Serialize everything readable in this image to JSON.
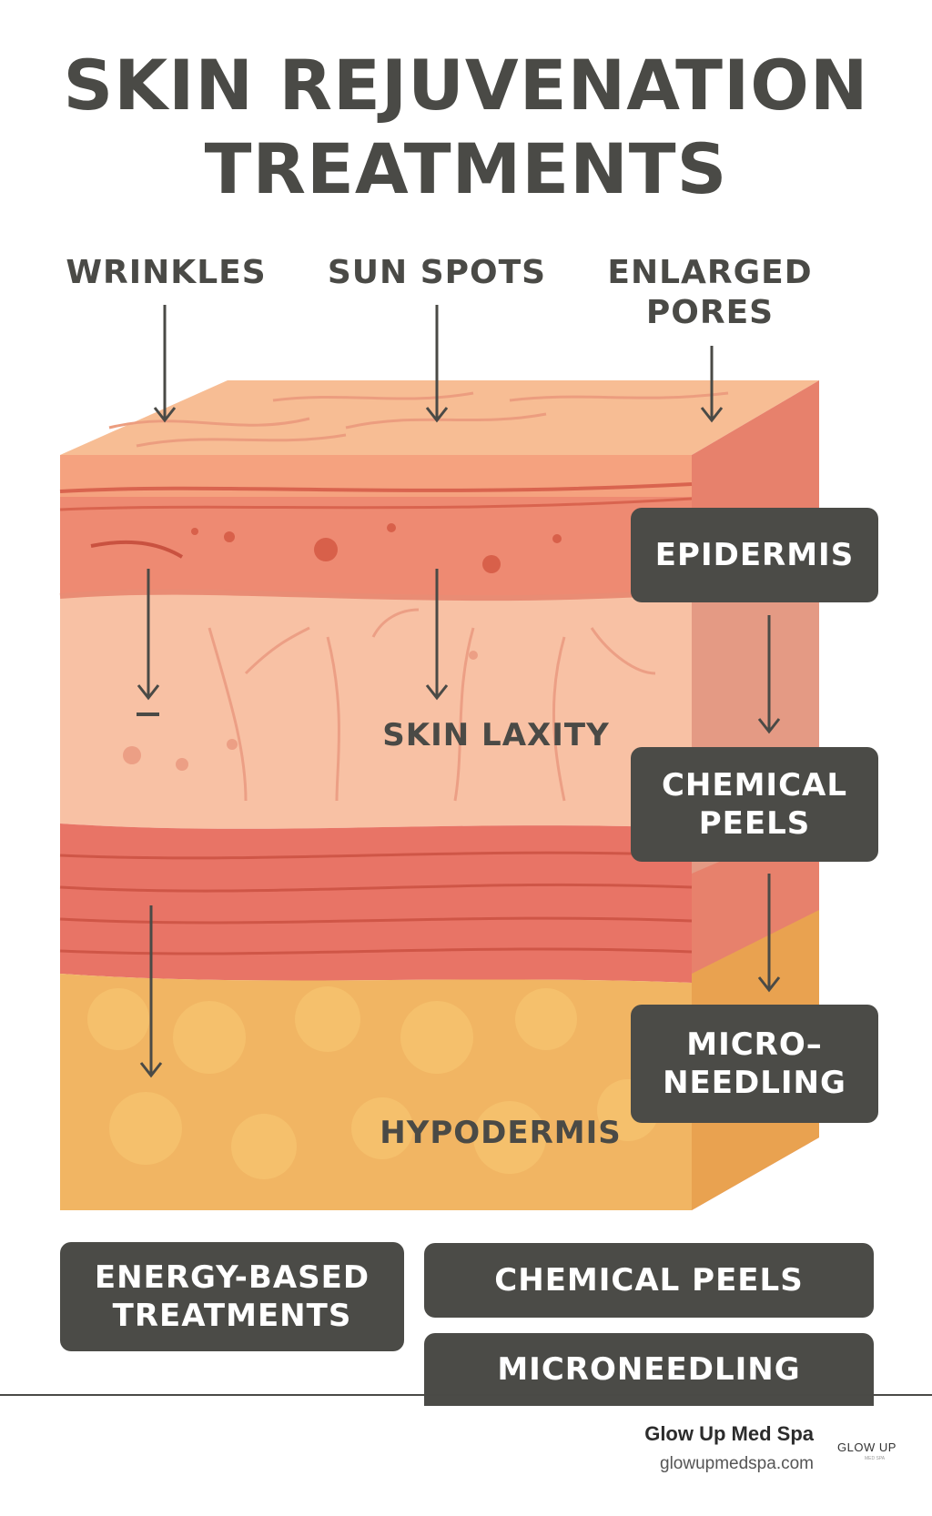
{
  "title": {
    "line1": "SKIN REJUVENATION",
    "line2": "TREATMENTS"
  },
  "concerns": {
    "wrinkles": "WRINKLES",
    "sun_spots": "SUN SPOTS",
    "enlarged_pores_1": "ENLARGED",
    "enlarged_pores_2": "PORES"
  },
  "layers": {
    "skin_laxity": "SKIN LAXITY",
    "hypodermis": "HYPODERMIS"
  },
  "side_boxes": {
    "epidermis": "EPIDERMIS",
    "chemical_peels_1": "CHEMICAL",
    "chemical_peels_2": "PEELS",
    "microneedling_1": "MICRO–",
    "microneedling_2": "NEEDLING"
  },
  "bottom_boxes": {
    "energy_1": "ENERGY-BASED",
    "energy_2": "TREATMENTS",
    "chemical_peels": "CHEMICAL PEELS",
    "microneedling": "MICRONEEDLING"
  },
  "footer": {
    "name": "Glow Up Med Spa",
    "url": "glowupmedspa.com",
    "logo": "GLOW UP",
    "logo_sub": "MED SPA"
  },
  "colors": {
    "text": "#4a4a46",
    "box": "#4b4b47",
    "top": "#f7bd94",
    "epidermis_band": "#ee8a72",
    "dermis": "#f8c1a4",
    "deep_band": "#e87466",
    "hypodermis": "#f1b563",
    "side": "#e7816c"
  }
}
